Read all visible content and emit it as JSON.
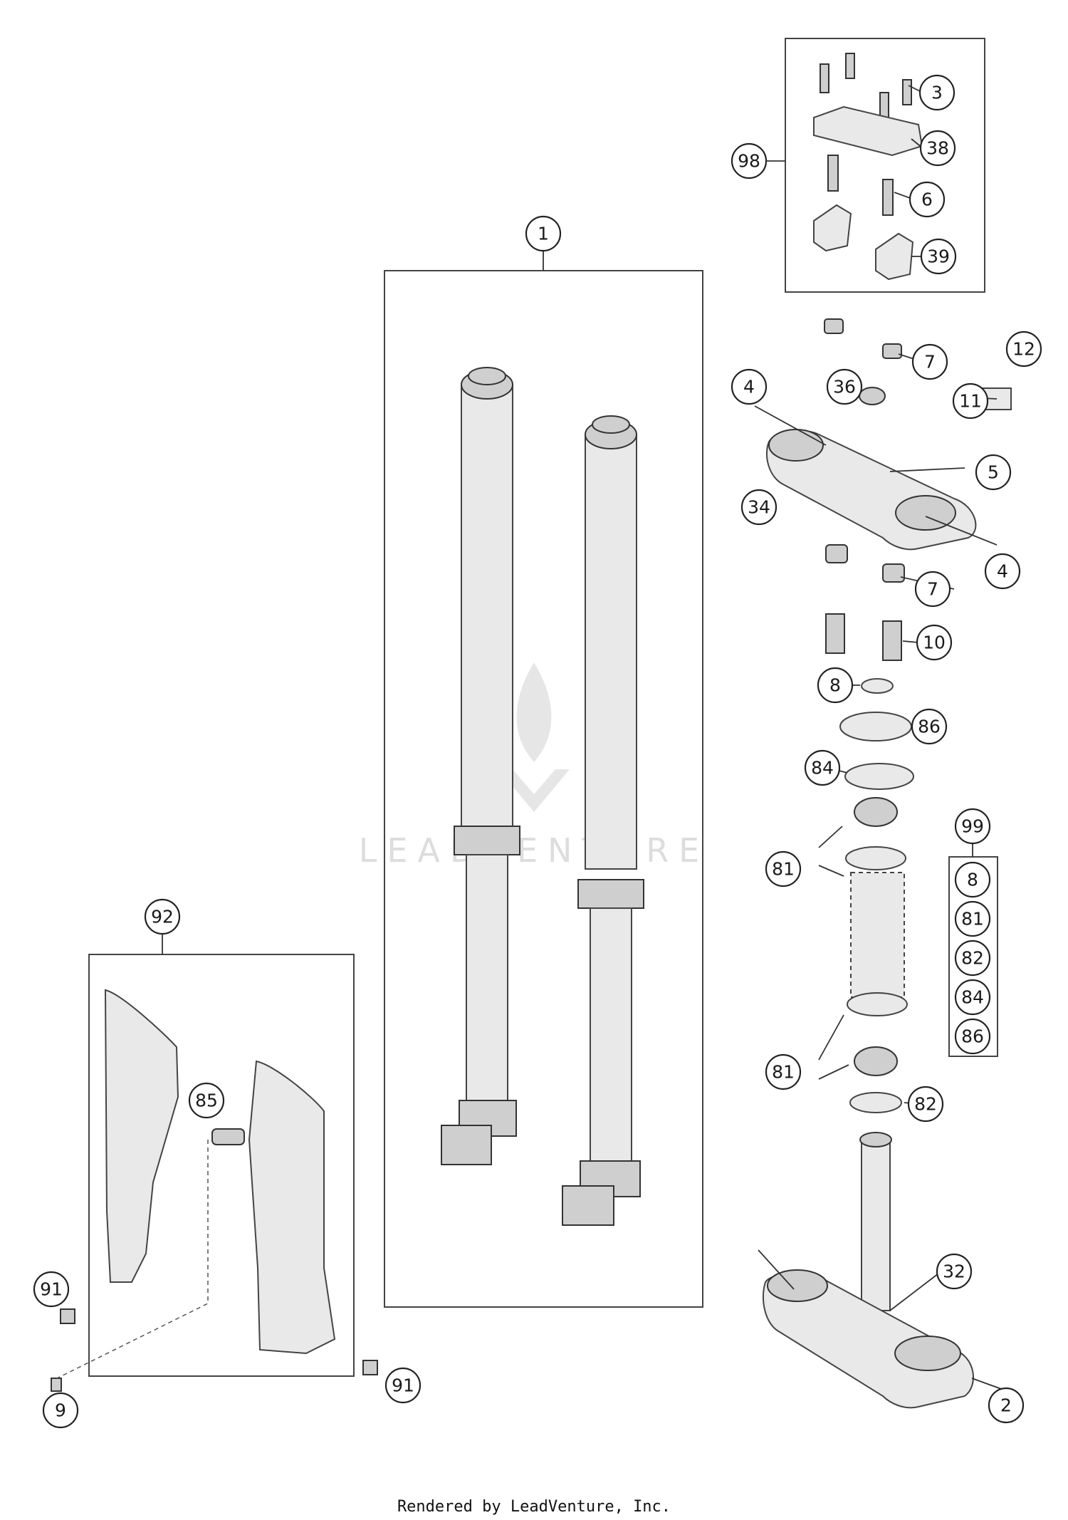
{
  "callouts": {
    "c1": "1",
    "c2": "2",
    "c3": "3",
    "c4a": "4",
    "c4b": "4",
    "c5": "5",
    "c6": "6",
    "c7a": "7",
    "c7b": "7",
    "c8": "8",
    "c9": "9",
    "c10": "10",
    "c11": "11",
    "c12": "12",
    "c32": "32",
    "c34": "34",
    "c36": "36",
    "c38": "38",
    "c39": "39",
    "c81a": "81",
    "c81b": "81",
    "c82": "82",
    "c84": "84",
    "c85": "85",
    "c86": "86",
    "c91a": "91",
    "c91b": "91",
    "c92": "92",
    "c98": "98"
  },
  "kit99": {
    "label": "99",
    "items": [
      "8",
      "81",
      "82",
      "84",
      "86"
    ]
  },
  "watermark": "LEADVENTURE",
  "footer": "Rendered by LeadVenture, Inc.",
  "colors": {
    "line": "#333333",
    "part_fill": "#e9e9e9",
    "watermark": "#dddddd"
  }
}
